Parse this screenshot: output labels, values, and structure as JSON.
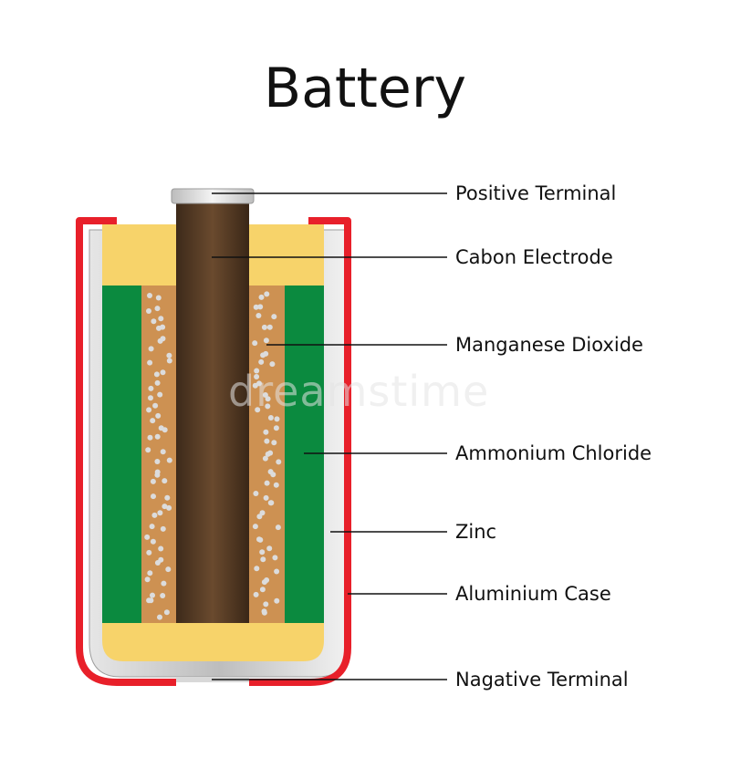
{
  "title": "Battery",
  "watermark": "dreamstime",
  "labels": {
    "positive_terminal": "Positive Terminal",
    "carbon_electrode": "Cabon Electrode",
    "manganese_dioxide": "Manganese Dioxide",
    "ammonium_chloride": "Ammonium Chloride",
    "zinc": "Zinc",
    "aluminium_case": "Aluminium Case",
    "negative_terminal": "Nagative Terminal"
  },
  "colors": {
    "case_red": "#e8202a",
    "silver": "#c8c8c8",
    "yellow": "#f7d36a",
    "green": "#0b8a3f",
    "manganese": "#cd9152",
    "electrode": "#4b3320",
    "leader": "#111111"
  }
}
